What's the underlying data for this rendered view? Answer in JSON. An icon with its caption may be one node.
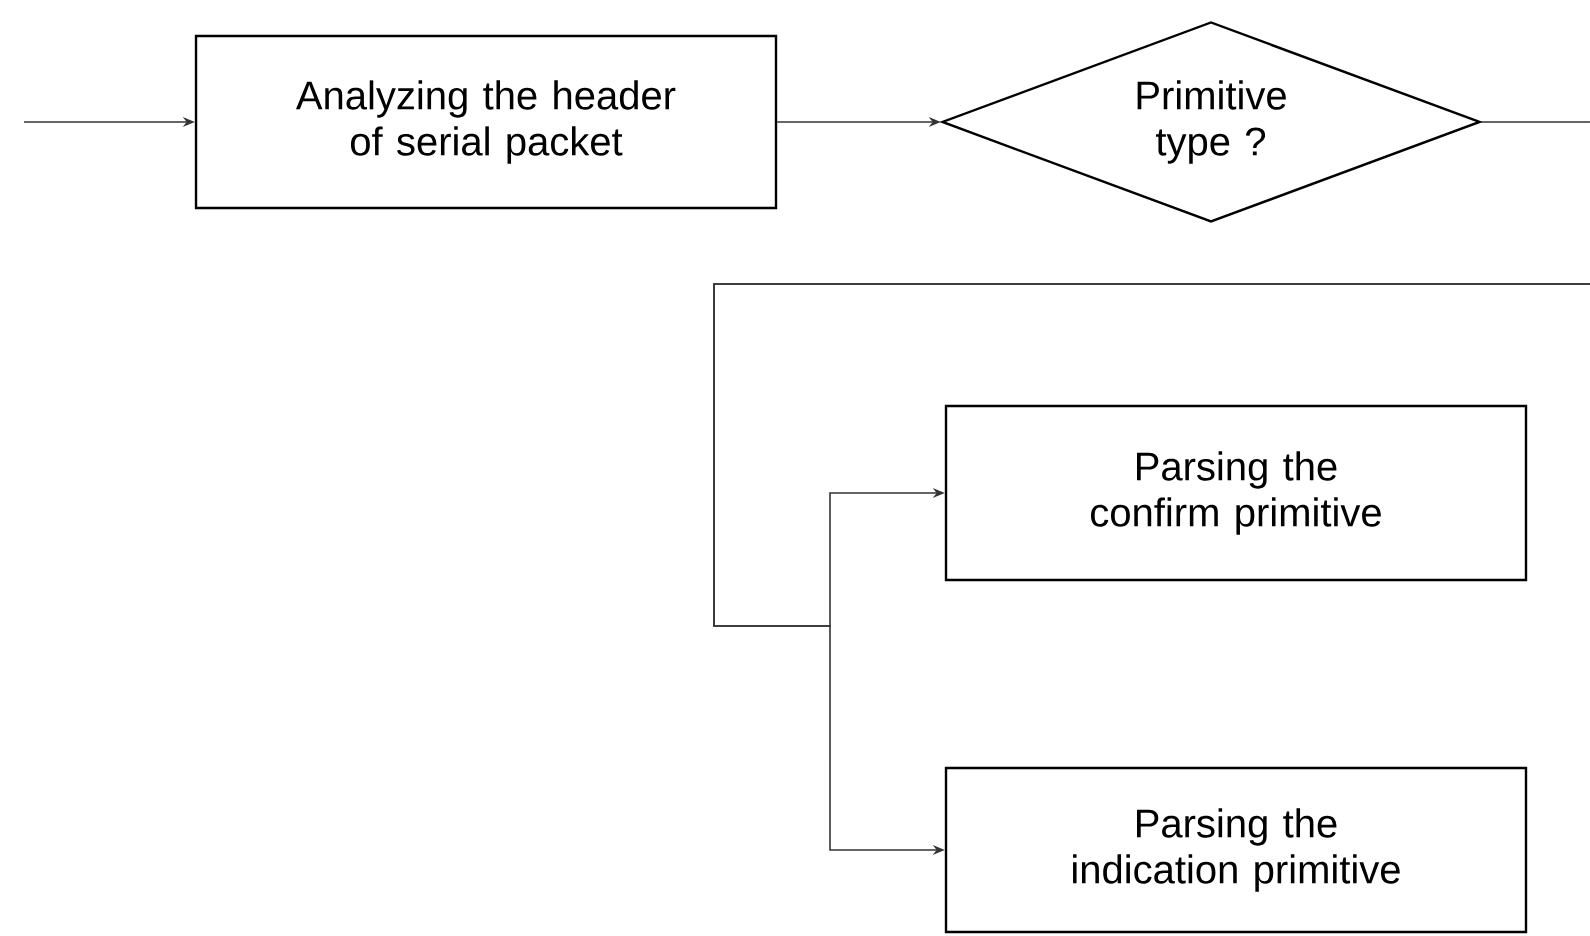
{
  "diagram": {
    "nodes": [
      {
        "text": [
          "Analyzing the header of serial packet"
        ]
      },
      {
        "text": [
          "Primitive type ?"
        ]
      },
      {
        "text": [
          "Parsing the confirm primitive"
        ]
      },
      {
        "text": [
          "Parsing the indication primitive"
        ]
      }
    ],
    "edges": [
      {
        "from": null,
        "to": 0,
        "arrow": "to"
      },
      {
        "from": 0,
        "to": 1,
        "arrow": "to"
      },
      {
        "from": 1,
        "to": null,
        "arrow": "none"
      },
      {
        "from": null,
        "to": 2,
        "arrow": "to"
      },
      {
        "from": null,
        "to": 3,
        "arrow": "to"
      }
    ]
  }
}
